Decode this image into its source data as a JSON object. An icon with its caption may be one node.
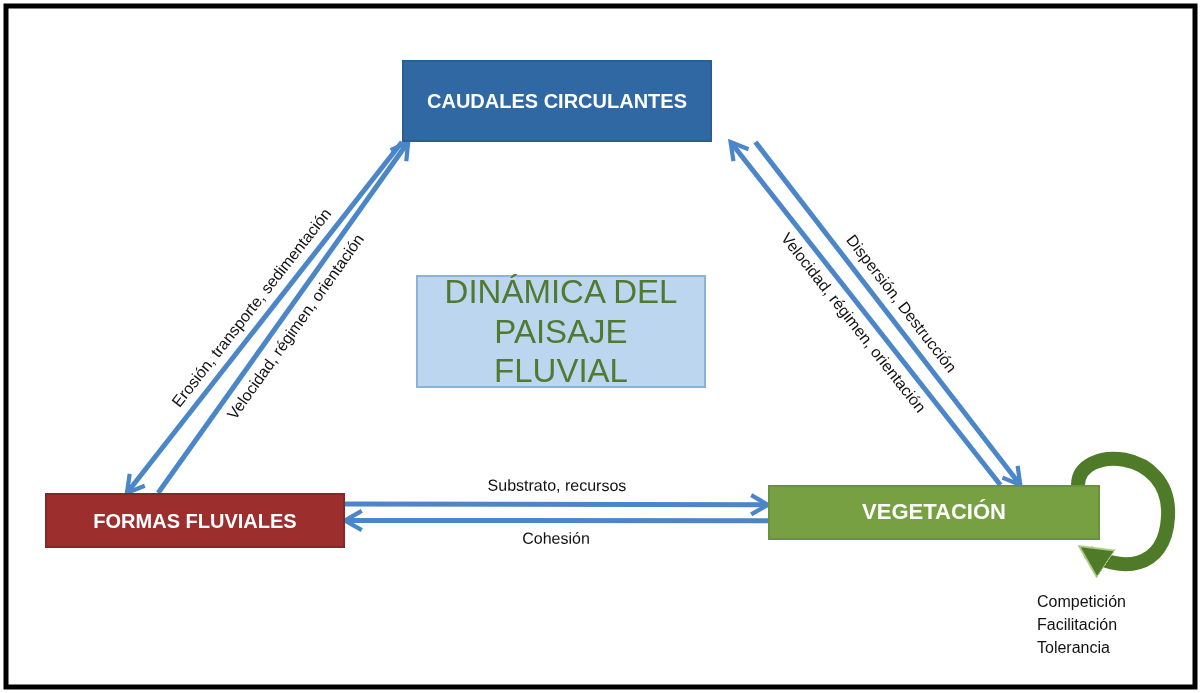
{
  "diagram": {
    "nodes": [
      {
        "text": [
          "CAUDALES CIRCULANTES"
        ]
      },
      {
        "text": [
          "DINÁMICA DEL PAISAJE FLUVIAL"
        ]
      },
      {
        "text": [
          "FORMAS FLUVIALES"
        ]
      },
      {
        "text": [
          "VEGETACIÓN"
        ]
      }
    ],
    "edges": [
      {
        "from": 0,
        "to": 2,
        "arrow": "to",
        "label": "Erosión, transporte, sedimentación"
      },
      {
        "from": 2,
        "to": 0,
        "arrow": "to",
        "label": "Velocidad, régimen, orientación"
      },
      {
        "from": 3,
        "to": 0,
        "arrow": "to",
        "label": "Velocidad, régimen, orientación"
      },
      {
        "from": 0,
        "to": 3,
        "arrow": "to",
        "label": "Dispersión, Destrucción"
      },
      {
        "from": 2,
        "to": 3,
        "arrow": "to",
        "label": "Substrato, recursos"
      },
      {
        "from": 3,
        "to": 2,
        "arrow": "to",
        "label": "Cohesión"
      },
      {
        "from": 3,
        "to": 3,
        "arrow": "to",
        "label": "Competición Facilitación Tolerancia",
        "style": "thick",
        "color": "#4f7a28"
      }
    ]
  }
}
